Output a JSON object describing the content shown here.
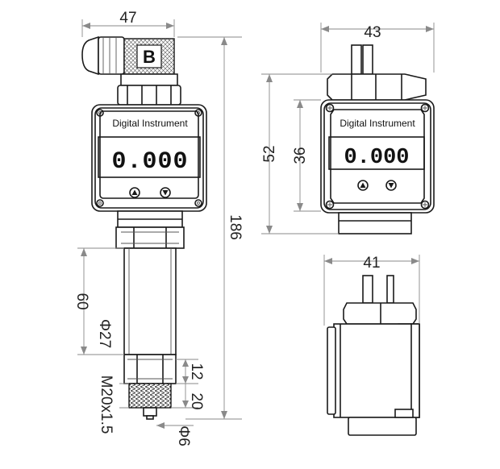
{
  "front_view": {
    "plug_letter": "B",
    "panel_title": "Digital Instrument",
    "display_reading": "0.000",
    "button_icons": [
      "up-triangle-icon",
      "down-triangle-icon"
    ]
  },
  "side_view": {
    "panel_title": "Digital Instrument",
    "display_reading": "0.000",
    "button_icons": [
      "up-triangle-icon",
      "down-triangle-icon"
    ]
  },
  "dimensions": {
    "front_width": "47",
    "overall_height": "186",
    "stem_length": "60",
    "stem_diameter": "Φ27",
    "hex_height": "12",
    "thread_length": "20",
    "thread_spec": "M20x1.5",
    "tip_diameter": "Φ6",
    "side_width": "43",
    "head_height": "52",
    "panel_height": "36",
    "bottom_width": "41"
  },
  "colors": {
    "line": "#1a1a1a",
    "dimension_line": "#8a8a8a",
    "background": "#ffffff"
  }
}
